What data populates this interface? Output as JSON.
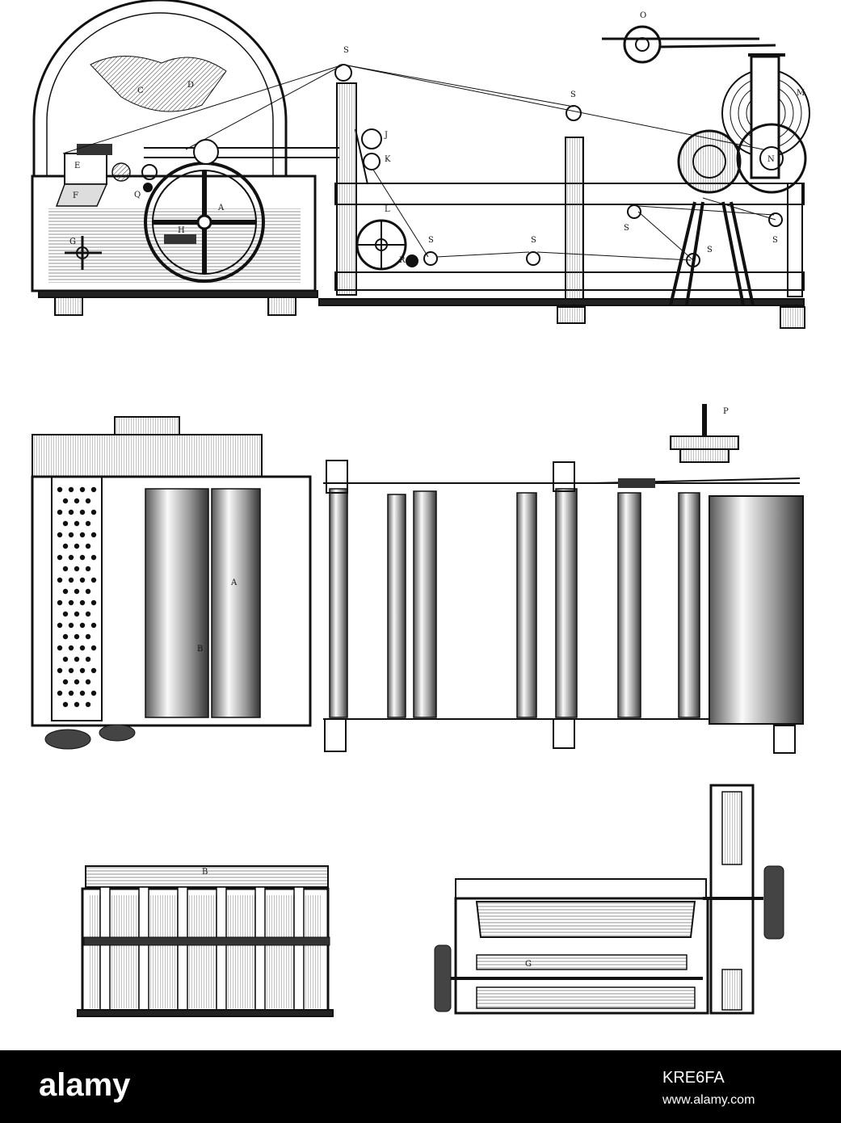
{
  "figure": {
    "side_elevation": {
      "labels": [
        "S",
        "O",
        "C",
        "D",
        "M",
        "E",
        "J",
        "K",
        "F",
        "Q",
        "A",
        "N",
        "G",
        "H",
        "L",
        "R"
      ]
    },
    "plan_view": {
      "labels": [
        "P",
        "A",
        "B"
      ]
    },
    "detail_left": {
      "labels": [
        "B"
      ]
    },
    "detail_right": {
      "labels": [
        "G"
      ]
    }
  },
  "watermark": {
    "brand": "alamy",
    "image_id": "KRE6FA",
    "site": "www.alamy.com"
  },
  "colors": {
    "ink": "#111111",
    "paper": "#ffffff",
    "bar": "#000000",
    "water": "#d9d9d9"
  }
}
